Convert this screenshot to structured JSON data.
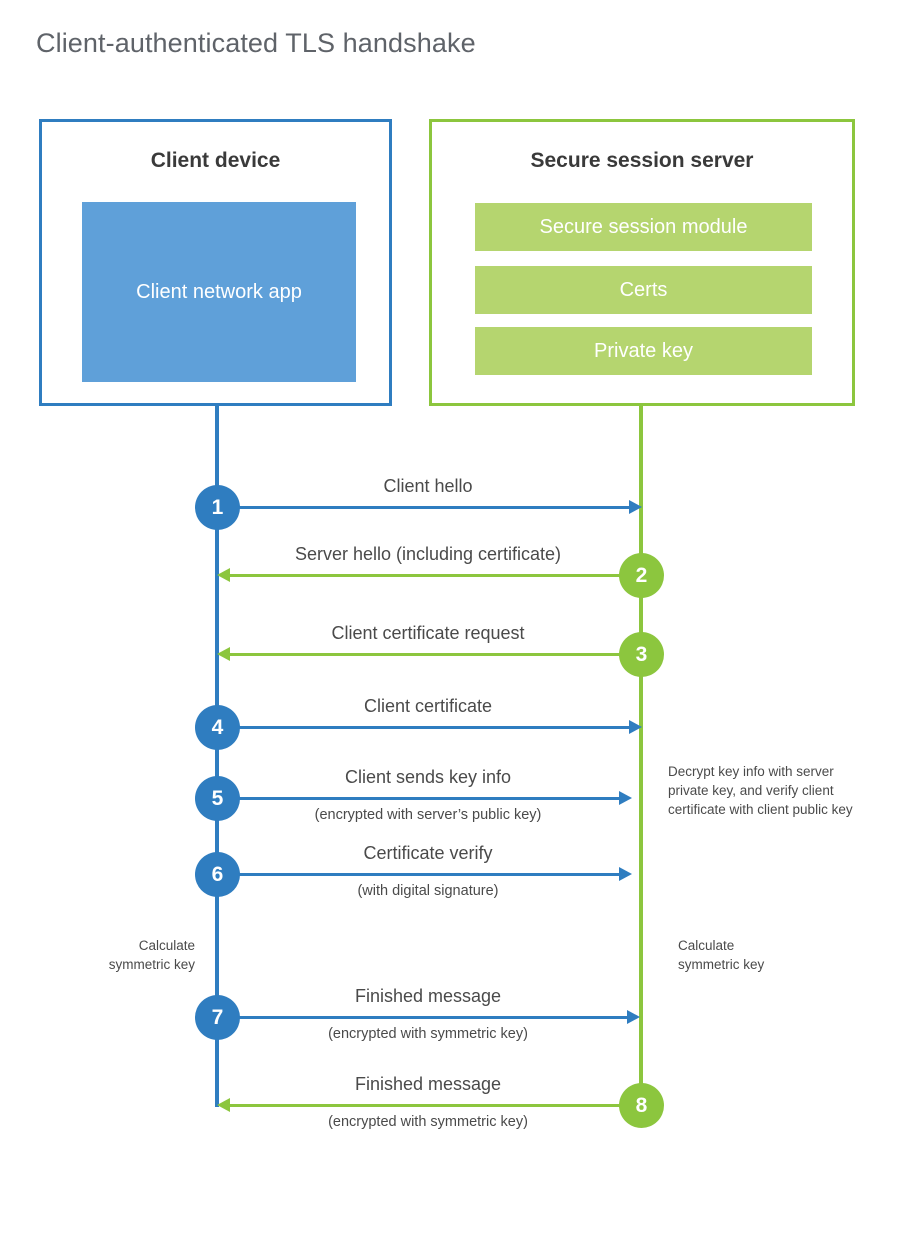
{
  "title": "Client-authenticated TLS handshake",
  "colors": {
    "client_blue": "#2f7dc0",
    "client_app_blue": "#5fa0d9",
    "server_green": "#8cc63e",
    "server_bar_green": "#b5d56f",
    "title_gray": "#5f6369",
    "text_gray": "#4a4a4a"
  },
  "client": {
    "title": "Client device",
    "app_label": "Client network app"
  },
  "server": {
    "title": "Secure session server",
    "bars": [
      {
        "label": "Secure session module"
      },
      {
        "label": "Certs"
      },
      {
        "label": "Private key"
      }
    ]
  },
  "messages": [
    {
      "step": "1",
      "label": "Client hello",
      "sublabel": "",
      "direction": "client-to-server",
      "color": "blue"
    },
    {
      "step": "2",
      "label": "Server hello (including certificate)",
      "sublabel": "",
      "direction": "server-to-client",
      "color": "green"
    },
    {
      "step": "3",
      "label": "Client certificate request",
      "sublabel": "",
      "direction": "server-to-client",
      "color": "green"
    },
    {
      "step": "4",
      "label": "Client certificate",
      "sublabel": "",
      "direction": "client-to-server",
      "color": "blue"
    },
    {
      "step": "5",
      "label": "Client sends key info",
      "sublabel": "(encrypted with server’s public key)",
      "direction": "client-to-server",
      "color": "blue"
    },
    {
      "step": "6",
      "label": "Certificate verify",
      "sublabel": "(with digital signature)",
      "direction": "client-to-server",
      "color": "blue"
    },
    {
      "step": "7",
      "label": "Finished message",
      "sublabel": "(encrypted with symmetric key)",
      "direction": "client-to-server",
      "color": "blue"
    },
    {
      "step": "8",
      "label": "Finished message",
      "sublabel": "(encrypted with symmetric key)",
      "direction": "server-to-client",
      "color": "green"
    }
  ],
  "notes": {
    "decrypt": "Decrypt key info with server private key, and verify client certificate with client public key",
    "calculate_client": "Calculate\nsymmetric key",
    "calculate_server": "Calculate\nsymmetric key"
  }
}
